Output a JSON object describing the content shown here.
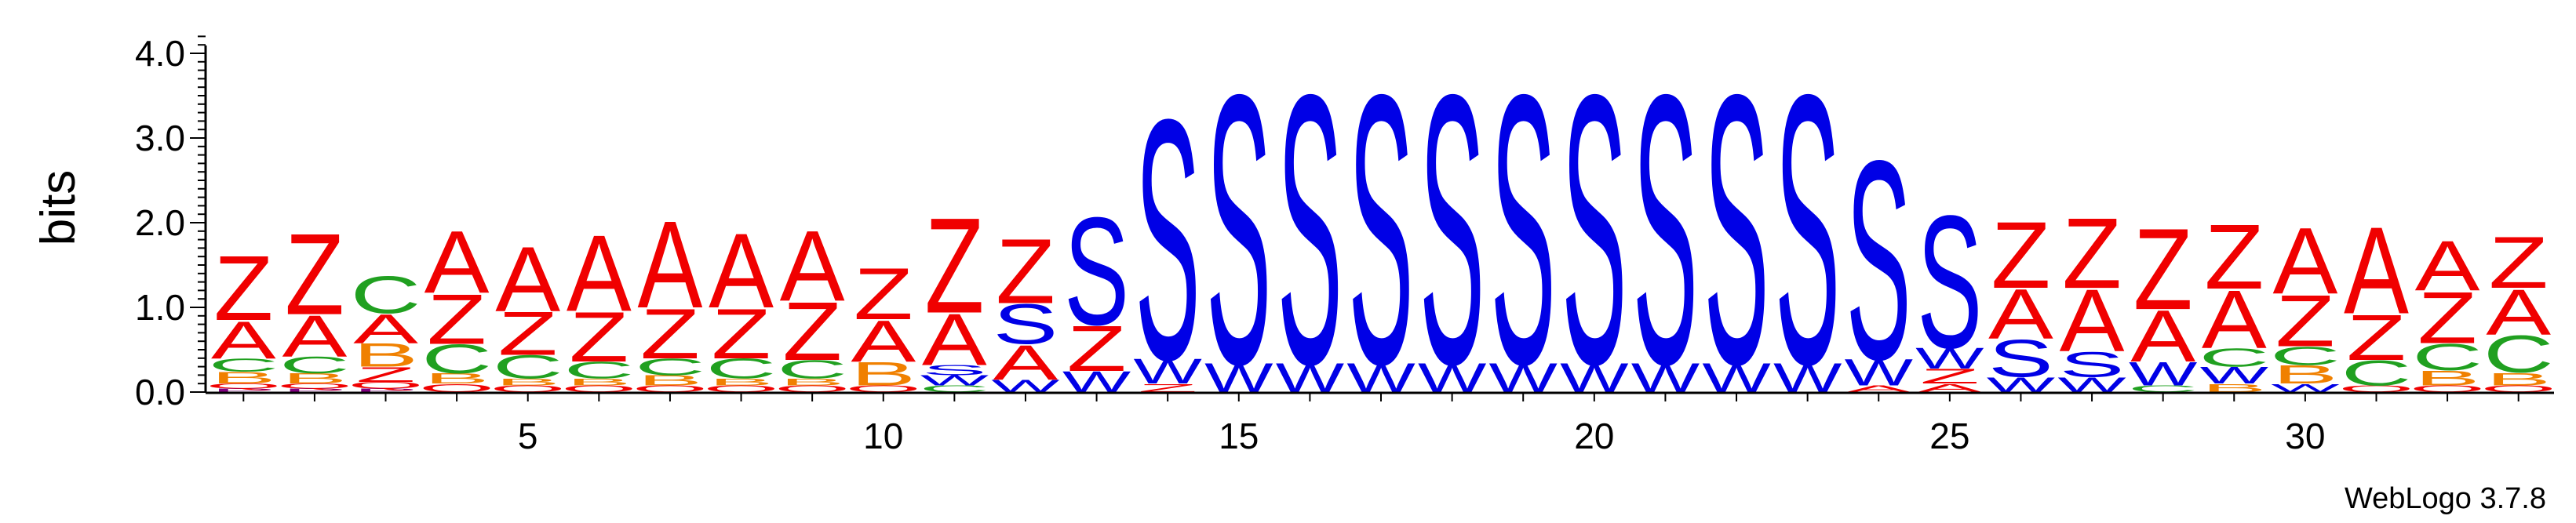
{
  "chart_data": {
    "type": "sequence-logo",
    "ylabel": "bits",
    "ylim": [
      0,
      4.2
    ],
    "y_ticks": [
      "0.0",
      "1.0",
      "2.0",
      "3.0",
      "4.0"
    ],
    "x_ticks": [
      "5",
      "10",
      "15",
      "20",
      "25",
      "30"
    ],
    "positions": 33,
    "credit": "WebLogo 3.7.8",
    "colors": {
      "Z": "#f00000",
      "A": "#f00000",
      "S": "#0000e6",
      "W": "#0000e6",
      "C": "#20a020",
      "B": "#f08000",
      "Q": "#f00000",
      "P": "#800080"
    },
    "columns": [
      [
        [
          "P",
          0.04
        ],
        [
          "Q",
          0.06
        ],
        [
          "B",
          0.14
        ],
        [
          "C",
          0.16
        ],
        [
          "A",
          0.45
        ],
        [
          "Z",
          0.78
        ]
      ],
      [
        [
          "P",
          0.04
        ],
        [
          "Q",
          0.06
        ],
        [
          "B",
          0.12
        ],
        [
          "C",
          0.2
        ],
        [
          "A",
          0.5
        ],
        [
          "Z",
          0.98
        ]
      ],
      [
        [
          "P",
          0.04
        ],
        [
          "Q",
          0.08
        ],
        [
          "Z",
          0.18
        ],
        [
          "B",
          0.28
        ],
        [
          "A",
          0.35
        ],
        [
          "C",
          0.45
        ]
      ],
      [
        [
          "Q",
          0.1
        ],
        [
          "B",
          0.12
        ],
        [
          "C",
          0.35
        ],
        [
          "Z",
          0.6
        ],
        [
          "A",
          0.75
        ]
      ],
      [
        [
          "Q",
          0.08
        ],
        [
          "B",
          0.08
        ],
        [
          "C",
          0.28
        ],
        [
          "Z",
          0.52
        ],
        [
          "A",
          0.78
        ]
      ],
      [
        [
          "Q",
          0.08
        ],
        [
          "B",
          0.08
        ],
        [
          "C",
          0.2
        ],
        [
          "Z",
          0.6
        ],
        [
          "A",
          0.92
        ]
      ],
      [
        [
          "Q",
          0.08
        ],
        [
          "B",
          0.12
        ],
        [
          "C",
          0.2
        ],
        [
          "Z",
          0.6
        ],
        [
          "A",
          1.05
        ]
      ],
      [
        [
          "Q",
          0.08
        ],
        [
          "B",
          0.08
        ],
        [
          "C",
          0.24
        ],
        [
          "Z",
          0.6
        ],
        [
          "A",
          0.9
        ]
      ],
      [
        [
          "Q",
          0.08
        ],
        [
          "B",
          0.08
        ],
        [
          "C",
          0.22
        ],
        [
          "Z",
          0.7
        ],
        [
          "A",
          0.85
        ]
      ],
      [
        [
          "Q",
          0.08
        ],
        [
          "B",
          0.28
        ],
        [
          "A",
          0.5
        ],
        [
          "Z",
          0.62
        ]
      ],
      [
        [
          "C",
          0.08
        ],
        [
          "W",
          0.12
        ],
        [
          "S",
          0.12
        ],
        [
          "A",
          0.62
        ],
        [
          "Z",
          1.15
        ]
      ],
      [
        [
          "W",
          0.15
        ],
        [
          "A",
          0.42
        ],
        [
          "S",
          0.48
        ],
        [
          "Z",
          0.78
        ]
      ],
      [
        [
          "W",
          0.25
        ],
        [
          "Z",
          0.55
        ],
        [
          "S",
          1.3
        ]
      ],
      [
        [
          "Z",
          0.1
        ],
        [
          "W",
          0.3
        ],
        [
          "S",
          2.9
        ]
      ],
      [
        [
          "W",
          0.35
        ],
        [
          "S",
          3.25
        ]
      ],
      [
        [
          "W",
          0.35
        ],
        [
          "S",
          3.25
        ]
      ],
      [
        [
          "W",
          0.35
        ],
        [
          "S",
          3.25
        ]
      ],
      [
        [
          "W",
          0.35
        ],
        [
          "S",
          3.25
        ]
      ],
      [
        [
          "W",
          0.35
        ],
        [
          "S",
          3.25
        ]
      ],
      [
        [
          "W",
          0.35
        ],
        [
          "S",
          3.25
        ]
      ],
      [
        [
          "W",
          0.35
        ],
        [
          "S",
          3.25
        ]
      ],
      [
        [
          "W",
          0.35
        ],
        [
          "S",
          3.25
        ]
      ],
      [
        [
          "W",
          0.35
        ],
        [
          "S",
          3.25
        ]
      ],
      [
        [
          "A",
          0.08
        ],
        [
          "W",
          0.32
        ],
        [
          "S",
          2.4
        ]
      ],
      [
        [
          "A",
          0.1
        ],
        [
          "Z",
          0.18
        ],
        [
          "W",
          0.25
        ],
        [
          "S",
          1.6
        ]
      ],
      [
        [
          "W",
          0.18
        ],
        [
          "S",
          0.45
        ],
        [
          "A",
          0.6
        ],
        [
          "Z",
          0.8
        ]
      ],
      [
        [
          "W",
          0.18
        ],
        [
          "S",
          0.3
        ],
        [
          "A",
          0.75
        ],
        [
          "Z",
          0.85
        ]
      ],
      [
        [
          "C",
          0.08
        ],
        [
          "W",
          0.28
        ],
        [
          "A",
          0.62
        ],
        [
          "Z",
          0.98
        ]
      ],
      [
        [
          "B",
          0.1
        ],
        [
          "W",
          0.2
        ],
        [
          "C",
          0.22
        ],
        [
          "A",
          0.7
        ],
        [
          "Z",
          0.78
        ]
      ],
      [
        [
          "W",
          0.1
        ],
        [
          "B",
          0.22
        ],
        [
          "C",
          0.22
        ],
        [
          "Z",
          0.62
        ],
        [
          "A",
          0.8
        ]
      ],
      [
        [
          "Q",
          0.08
        ],
        [
          "C",
          0.3
        ],
        [
          "Z",
          0.55
        ],
        [
          "A",
          1.05
        ]
      ],
      [
        [
          "Q",
          0.08
        ],
        [
          "B",
          0.18
        ],
        [
          "C",
          0.32
        ],
        [
          "Z",
          0.62
        ],
        [
          "A",
          0.6
        ]
      ],
      [
        [
          "Q",
          0.08
        ],
        [
          "B",
          0.15
        ],
        [
          "C",
          0.45
        ],
        [
          "A",
          0.55
        ],
        [
          "Z",
          0.62
        ]
      ]
    ]
  }
}
